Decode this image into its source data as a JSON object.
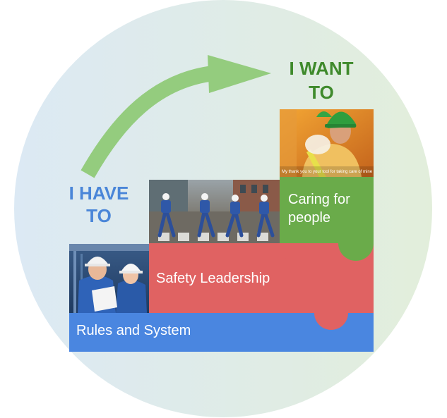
{
  "labels": {
    "have_line1": "I HAVE",
    "have_line2": "TO",
    "want_line1": "I WANT",
    "want_line2": "TO"
  },
  "steps": {
    "rules": "Rules and System",
    "safety": "Safety Leadership",
    "caring_line1": "Caring for",
    "caring_line2": "people"
  },
  "photos": {
    "caring_caption": "My thank you to your tool for taking care of mine"
  },
  "colors": {
    "rules_blue": "#4a86e0",
    "safety_red": "#e06262",
    "caring_green": "#6aab4a",
    "arrow_green": "#94cc7e",
    "have_text": "#4a86d8",
    "want_text": "#3f8a2c"
  }
}
